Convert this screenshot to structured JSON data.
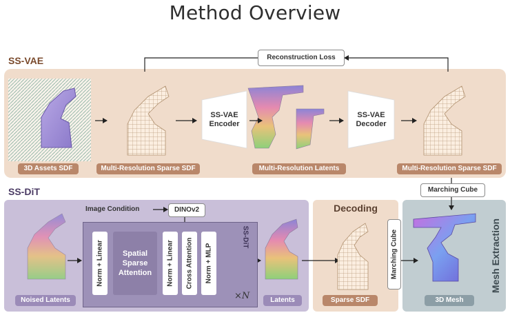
{
  "title": "Method Overview",
  "ss_vae": {
    "label": "SS-VAE",
    "reconstruction_loss": "Reconstruction Loss",
    "assets_sdf": "3D Assets SDF",
    "mr_sparse_sdf_in": "Multi-Resolution Sparse SDF",
    "encoder": "SS-VAE Encoder",
    "latents": "Multi-Resolution Latents",
    "decoder": "SS-VAE Decoder",
    "mr_sparse_sdf_out": "Multi-Resolution Sparse SDF"
  },
  "marching_cube_top": "Marching Cube",
  "ss_dit": {
    "label": "SS-DiT",
    "image_condition": "Image Condition",
    "dinov2": "DINOv2",
    "norm_linear_1": "Norm + Linear",
    "spatial_sparse_attention": "Spatial Sparse Attention",
    "norm_linear_2": "Norm + Linear",
    "cross_attention": "Cross Attention",
    "norm_mlp": "Norm + MLP",
    "block_label": "SS-DiT",
    "repeat": "×N",
    "noised_latents": "Noised Latents",
    "latents": "Latents"
  },
  "decoding": {
    "label": "Decoding",
    "marching_cube": "Marching Cube",
    "sparse_sdf": "Sparse SDF"
  },
  "mesh_extraction": {
    "label": "Mesh Extraction",
    "mesh": "3D Mesh"
  },
  "colors": {
    "vae_panel": "#f0dccb",
    "dit_panel": "#c9bfd9",
    "mesh_panel": "#c1cdd1",
    "tag_brown": "#b9876a",
    "tag_purple": "#9b8bb8"
  }
}
